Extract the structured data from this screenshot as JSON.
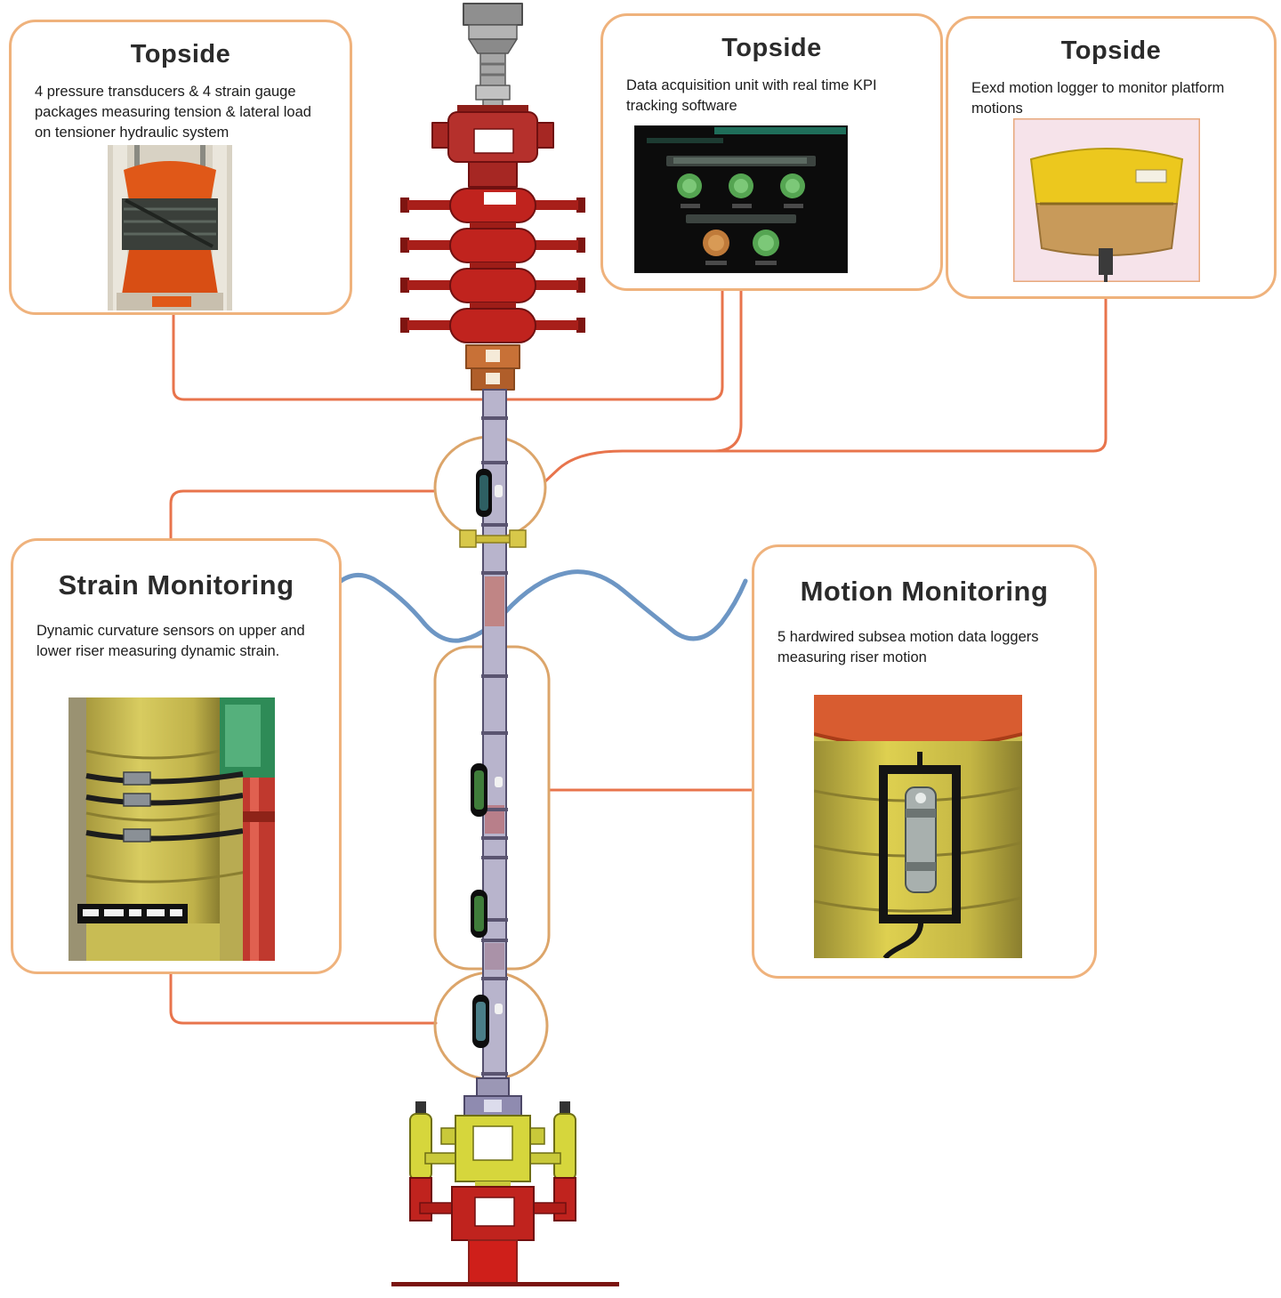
{
  "diagram": {
    "boxes": {
      "topside_tensioner": {
        "title": "Topside",
        "body": "4 pressure transducers & 4 strain gauge packages measuring tension & lateral load on tensioner hydraulic system"
      },
      "topside_daq": {
        "title": "Topside",
        "body": "Data acquisition unit with real time KPI tracking software"
      },
      "topside_logger": {
        "title": "Topside",
        "body": "Eexd motion logger to monitor platform motions"
      },
      "strain": {
        "title": "Strain Monitoring",
        "body": "Dynamic curvature sensors on upper and lower riser measuring dynamic strain."
      },
      "motion": {
        "title": "Motion Monitoring",
        "body": "5 hardwired subsea motion data loggers measuring riser motion"
      }
    },
    "colors": {
      "box_border": "#efb27c",
      "connector": "#e8744c",
      "highlight": "#dca56a",
      "wave_blue": "#6d96c4",
      "riser_red": "#c0231e",
      "bop_yellow": "#d6d63c",
      "wellhead_red": "#cf1f1a",
      "connector_orange": "#c87137"
    }
  }
}
